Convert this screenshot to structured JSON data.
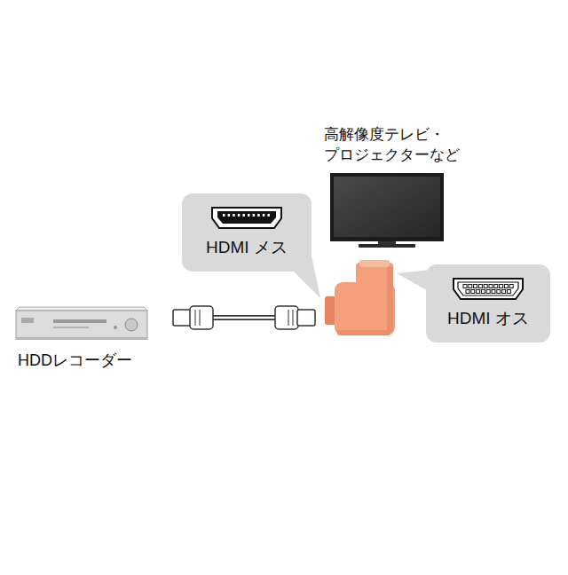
{
  "diagram": {
    "nodes": [
      {
        "text": [
          "HDMI メス"
        ]
      },
      {
        "text": [
          "HDMI オス"
        ]
      }
    ],
    "labels": [
      "高解像度テレビ・ プロジェクターなど",
      "HDDレコーダー"
    ]
  }
}
